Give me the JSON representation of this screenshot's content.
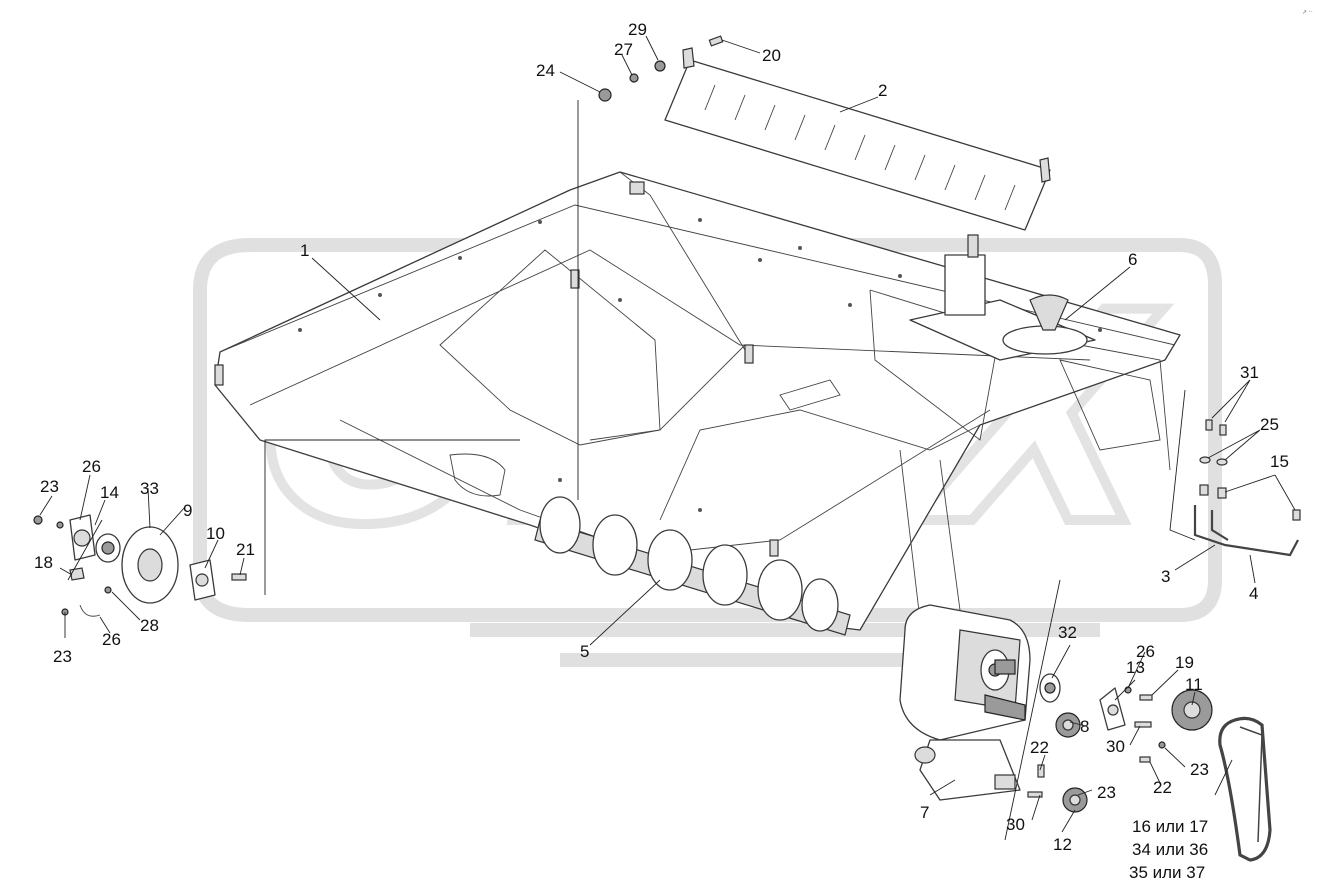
{
  "watermark": {
    "text": "OREX"
  },
  "callouts": [
    {
      "id": "c1",
      "label": "1"
    },
    {
      "id": "c2",
      "label": "2"
    },
    {
      "id": "c3",
      "label": "3"
    },
    {
      "id": "c4",
      "label": "4"
    },
    {
      "id": "c5",
      "label": "5"
    },
    {
      "id": "c6",
      "label": "6"
    },
    {
      "id": "c7",
      "label": "7"
    },
    {
      "id": "c8",
      "label": "8"
    },
    {
      "id": "c9",
      "label": "9"
    },
    {
      "id": "c10",
      "label": "10"
    },
    {
      "id": "c11",
      "label": "11"
    },
    {
      "id": "c12",
      "label": "12"
    },
    {
      "id": "c13",
      "label": "13"
    },
    {
      "id": "c14",
      "label": "14"
    },
    {
      "id": "c15",
      "label": "15"
    },
    {
      "id": "c18",
      "label": "18"
    },
    {
      "id": "c19",
      "label": "19"
    },
    {
      "id": "c20",
      "label": "20"
    },
    {
      "id": "c21",
      "label": "21"
    },
    {
      "id": "c22a",
      "label": "22"
    },
    {
      "id": "c22b",
      "label": "22"
    },
    {
      "id": "c23a",
      "label": "23"
    },
    {
      "id": "c23b",
      "label": "23"
    },
    {
      "id": "c23c",
      "label": "23"
    },
    {
      "id": "c23d",
      "label": "23"
    },
    {
      "id": "c24",
      "label": "24"
    },
    {
      "id": "c25",
      "label": "25"
    },
    {
      "id": "c26a",
      "label": "26"
    },
    {
      "id": "c26b",
      "label": "26"
    },
    {
      "id": "c26c",
      "label": "26"
    },
    {
      "id": "c27",
      "label": "27"
    },
    {
      "id": "c28",
      "label": "28"
    },
    {
      "id": "c29",
      "label": "29"
    },
    {
      "id": "c30a",
      "label": "30"
    },
    {
      "id": "c30b",
      "label": "30"
    },
    {
      "id": "c31",
      "label": "31"
    },
    {
      "id": "c32",
      "label": "32"
    },
    {
      "id": "c33",
      "label": "33"
    }
  ],
  "belt_variants": [
    "16 или 17",
    "34 или 36",
    "35 или 37"
  ],
  "corner_mark": "↗ ··"
}
